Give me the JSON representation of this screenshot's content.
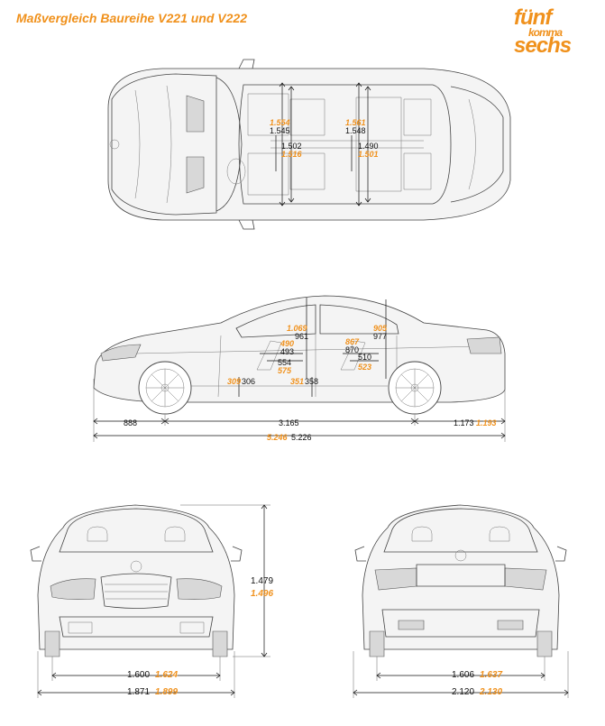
{
  "title": "Maßvergleich Baureihe V221 und V222",
  "logo": {
    "line1": "fünf",
    "line2": "komma",
    "line3": "sechs",
    "color": "#f0911c"
  },
  "colors": {
    "accent": "#f0911c",
    "line": "#111111"
  },
  "top_view": {
    "front_a_v222": "1.554",
    "front_a_v221": "1.545",
    "front_b": "1.502",
    "front_c_v222": "1.516",
    "rear_a_v222": "1.561",
    "rear_a_v221": "1.548",
    "rear_b": "1.490",
    "rear_c_v222": "1.501"
  },
  "side_view": {
    "headroom_front_v222": "1.069",
    "headroom_front_v221": "961",
    "headroom_rear_v222": "905",
    "headroom_rear_v221": "977",
    "seat_front_v222": "490",
    "seat_front_v221": "493",
    "seat_rear_v222": "867",
    "seat_rear_v221": "870",
    "cushion_front_v221": "554",
    "cushion_front_v222": "575",
    "cushion_rear_v221": "510",
    "cushion_rear_v222": "523",
    "sill_front_v222": "309",
    "sill_front_v221": "306",
    "sill_rear_v222": "351",
    "sill_rear_v221": "358",
    "overhang_front": "888",
    "wheelbase": "3.165",
    "overhang_rear_v221": "1.173",
    "overhang_rear_v222": "1.193",
    "length_v222": "5.246",
    "length_v221": "5.226"
  },
  "front_view": {
    "height_v221": "1.479",
    "height_v222": "1.496",
    "track_v221": "1.600",
    "track_v222": "1.624",
    "width_v221": "1.871",
    "width_v222": "1.899"
  },
  "rear_view": {
    "track_v221": "1.606",
    "track_v222": "1.637",
    "width_v221": "2.120",
    "width_v222": "2.130"
  }
}
